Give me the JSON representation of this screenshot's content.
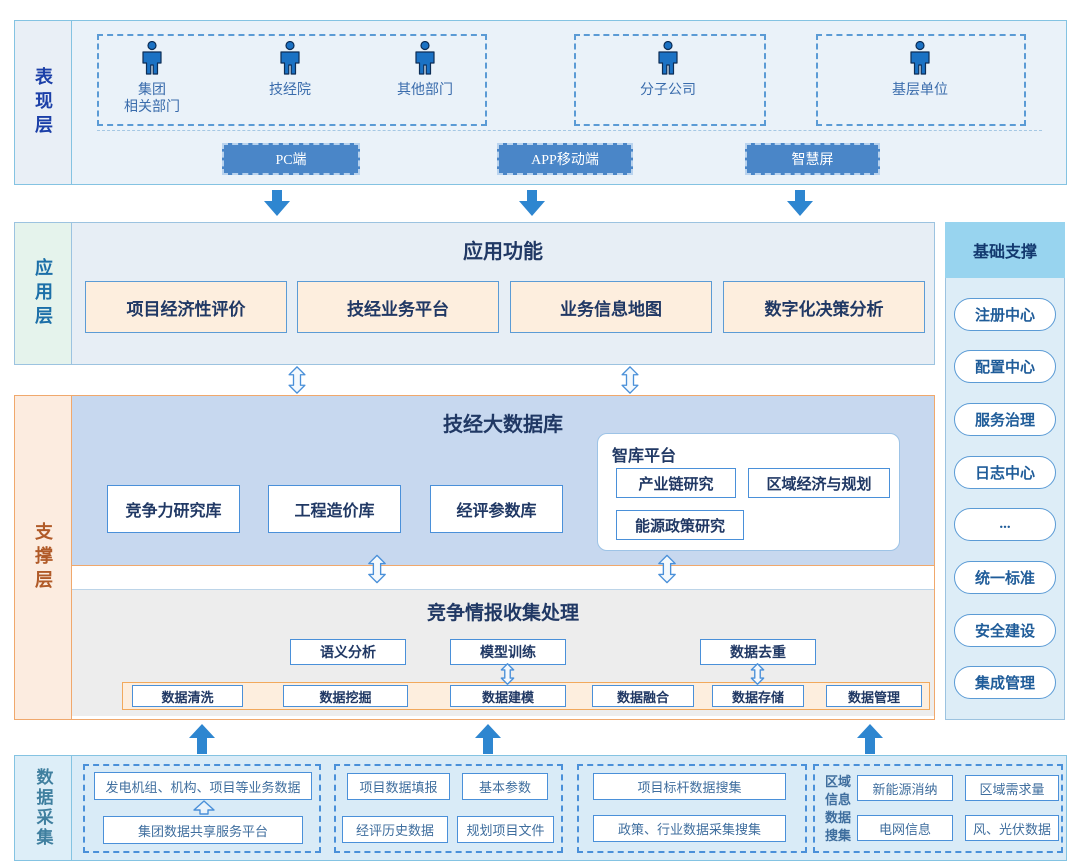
{
  "presentation": {
    "label": "表现层",
    "users": [
      "集团\n相关部门",
      "技经院",
      "其他部门",
      "分子公司",
      "基层单位"
    ],
    "terminals": [
      "PC端",
      "APP移动端",
      "智慧屏"
    ]
  },
  "application": {
    "label": "应用层",
    "title": "应用功能",
    "modules": [
      "项目经济性评价",
      "技经业务平台",
      "业务信息地图",
      "数字化决策分析"
    ]
  },
  "support": {
    "label": "支撑层",
    "bigdata": {
      "title": "技经大数据库",
      "databases": [
        "竞争力研究库",
        "工程造价库",
        "经评参数库"
      ],
      "thinktank": {
        "title": "智库平台",
        "items": [
          "产业链研究",
          "区域经济与规划",
          "能源政策研究"
        ]
      }
    },
    "intelligence": {
      "title": "竞争情报收集处理",
      "analysis": [
        "语义分析",
        "模型训练",
        "数据去重"
      ],
      "pipeline": [
        "数据清洗",
        "数据挖掘",
        "数据建模",
        "数据融合",
        "数据存储",
        "数据管理"
      ]
    }
  },
  "foundation": {
    "title": "基础支撑",
    "services": [
      "注册中心",
      "配置中心",
      "服务治理",
      "日志中心",
      "...",
      "统一标准",
      "安全建设",
      "集成管理"
    ]
  },
  "collection": {
    "label": "数据采集",
    "group1": {
      "top": "发电机组、机构、项目等业务数据",
      "bottom": "集团数据共享服务平台"
    },
    "group2": {
      "items": [
        "项目数据填报",
        "基本参数",
        "经评历史数据",
        "规划项目文件"
      ]
    },
    "group3": {
      "items": [
        "项目标杆数据搜集",
        "政策、行业数据采集搜集"
      ]
    },
    "group4": {
      "label": "区域信息数据搜集",
      "items": [
        "新能源消纳",
        "区域需求量",
        "电网信息",
        "风、光伏数据"
      ]
    }
  },
  "colors": {
    "arrow_blue": "#2e86d0",
    "box_border_blue": "#4a90d9",
    "peach_fill": "#fdeede",
    "orange_border": "#f0a86c",
    "bigdata_fill": "#c7d8ef",
    "sidebar_header": "#98d4ef",
    "title_navy": "#203864"
  }
}
